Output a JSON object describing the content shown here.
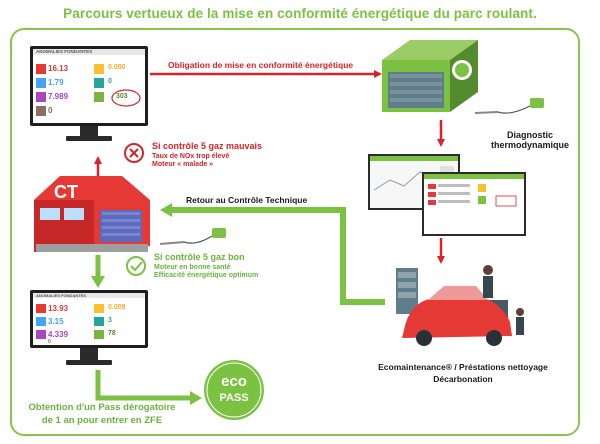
{
  "title": "Parcours vertueux de la mise en conformité énergétique du parc roulant.",
  "labels": {
    "obligation": "Obligation de mise en conformité énergétique",
    "diagnostic_line1": "Diagnostic",
    "diagnostic_line2": "thermodynamique",
    "retour": "Retour au Contrôle Technique",
    "bad_title": "Si contrôle 5 gaz mauvais",
    "bad_line1": "Taux de NOx trop élevé",
    "bad_line2": "Moteur « malade »",
    "good_title": "Si contrôle 5 gaz bon",
    "good_line1": "Moteur en bonne santé",
    "good_line2": "Efficacité énergétique optimum",
    "eco_line1": "Ecomaintenance® / Préstations nettoyage",
    "eco_line2": "Décarbonation",
    "pass_line1": "Obtention d'un Pass dérogatoire",
    "pass_line2": "de 1 an pour entrer en ZFE",
    "ct_sign": "CT",
    "eco_logo_top": "eco",
    "eco_logo_bottom": "PASS"
  },
  "monitor_top": {
    "header": "ANOMALIES FONDANTES",
    "values": [
      "16.13",
      "1.79",
      "7.989",
      "0",
      "0.000",
      "0",
      "303"
    ]
  },
  "monitor_bottom": {
    "header": "ANOMALIES FONDANTES",
    "values": [
      "13.93",
      "3.15",
      "4.339",
      "0",
      "0.009",
      "3",
      "78"
    ]
  },
  "colors": {
    "green": "#7cc242",
    "red": "#d8232a",
    "frame": "#8bc34a"
  }
}
